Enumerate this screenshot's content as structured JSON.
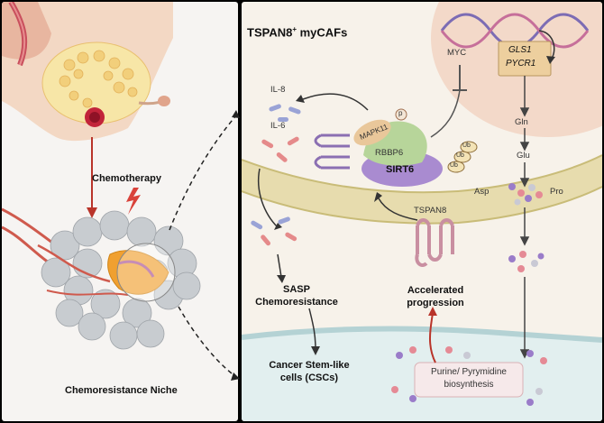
{
  "left_panel": {
    "chemotherapy": "Chemotherapy",
    "niche": "Chemoresistance Niche"
  },
  "right_panel": {
    "title_main": "TSPAN8",
    "title_sup": "+",
    "title_rest": " myCAFs",
    "myc": "MYC",
    "gene1": "GLS1",
    "gene2": "PYCR1",
    "il8": "IL-8",
    "il6": "IL-6",
    "mapk11": "MAPK11",
    "phospho": "p",
    "rbbp6": "RBBP6",
    "sirt6": "SIRT6",
    "ub": "Ub",
    "tspan8": "TSPAN8",
    "gln": "Gln",
    "glu": "Glu",
    "asp": "Asp",
    "pro": "Pro",
    "sasp": "SASP",
    "chemoresistance": "Chemoresistance",
    "csc_line1": "Cancer Stem-like",
    "csc_line2": "cells (CSCs)",
    "accel_line1": "Accelerated",
    "accel_line2": "progression",
    "purine_line1": "Purine/ Pyrymidine",
    "purine_line2": "biosynthesis"
  },
  "colors": {
    "membrane": "#d9cf9c",
    "nucleus": "#f3d9c9",
    "sirt6": "#a98bd0",
    "rbbp6": "#b7d59a",
    "mapk11": "#e9c79a",
    "tspan8": "#c98fa1",
    "tumor": "#c8ccd0",
    "vessel": "#cf5a4d"
  }
}
